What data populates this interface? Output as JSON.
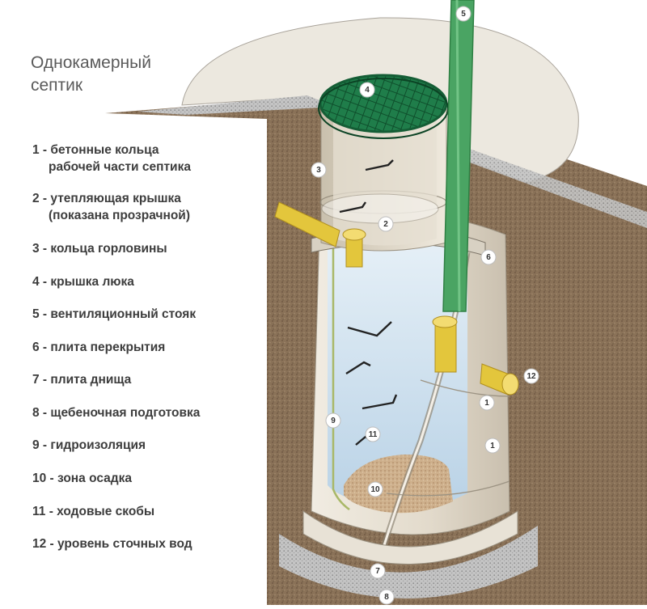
{
  "title": {
    "line1": "Однокамерный",
    "line2": "септик"
  },
  "legend": [
    {
      "line1": "1 - бетонные кольца",
      "line2": "рабочей части септика"
    },
    {
      "line1": "2 - утепляющая крышка",
      "line2": "(показана прозрачной)"
    },
    {
      "line1": "3 - кольца горловины"
    },
    {
      "line1": "4 - крышка люка"
    },
    {
      "line1": "5 - вентиляционный стояк"
    },
    {
      "line1": "6 - плита перекрытия"
    },
    {
      "line1": "7 - плита днища"
    },
    {
      "line1": "8 - щебеночная подготовка"
    },
    {
      "line1": "9 - гидроизоляция"
    },
    {
      "line1": "10 - зона осадка"
    },
    {
      "line1": "11 - ходовые скобы"
    },
    {
      "line1": "12 - уровень сточных вод"
    }
  ],
  "callouts": [
    "5",
    "4",
    "3",
    "2",
    "6",
    "12",
    "1",
    "1",
    "9",
    "11",
    "10",
    "7",
    "8"
  ],
  "colors": {
    "soil": "#8a7258",
    "concrete": "#e4ddd0",
    "water": "#c9dcea",
    "hatch": "#1e7b48",
    "vent_pipe": "#4aa463",
    "pipe_yellow": "#e3c63c",
    "sediment": "#c9a27c",
    "gravel": "#b5b5b5"
  }
}
